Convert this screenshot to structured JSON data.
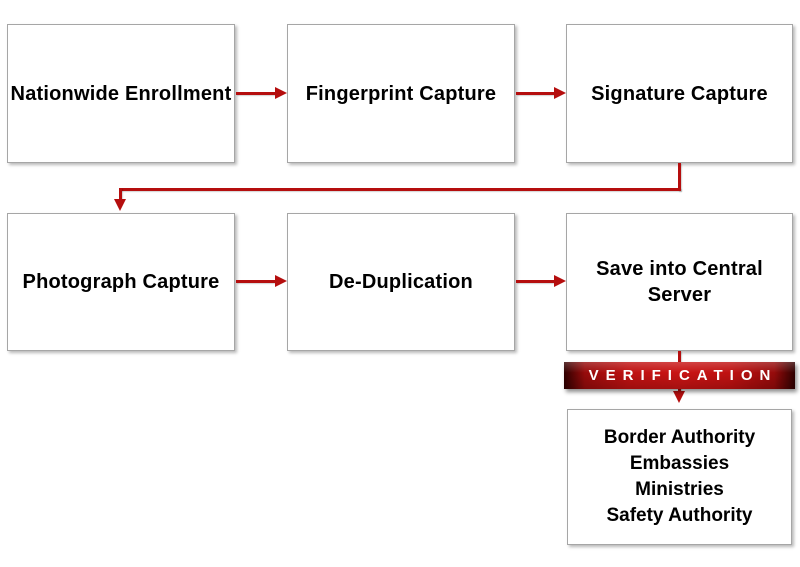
{
  "diagram": {
    "type": "flowchart",
    "background_color": "#ffffff",
    "arrow_color": "#b50e0e",
    "box_border_color": "#a6a6a6",
    "box_fill_color": "#ffffff",
    "steps": [
      {
        "label": "Nationwide Enrollment"
      },
      {
        "label": "Fingerprint Capture"
      },
      {
        "label": "Signature Capture"
      },
      {
        "label": "Photograph Capture"
      },
      {
        "label": "De-Duplication"
      },
      {
        "label": "Save into Central Server"
      }
    ],
    "verification_banner": {
      "label": "VERIFICATION",
      "text_color": "#ffffff",
      "gradient_center_color": "#c81414",
      "gradient_edge_color": "#2e0000"
    },
    "destinations_box": {
      "lines": [
        "Border Authority",
        "Embassies",
        "Ministries",
        "Safety Authority"
      ]
    }
  }
}
